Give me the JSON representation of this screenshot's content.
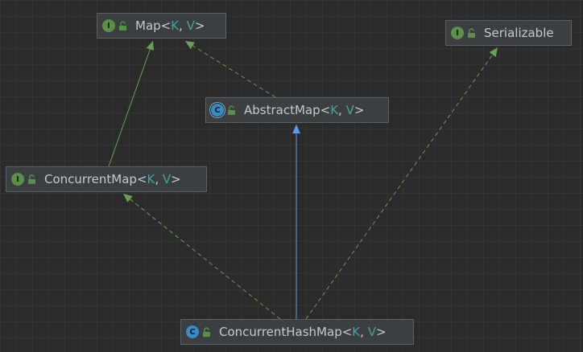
{
  "nodes": {
    "map": {
      "kind": "interface",
      "kind_letter": "I",
      "name": "Map",
      "type_params": [
        "K",
        "V"
      ]
    },
    "serializable": {
      "kind": "interface",
      "kind_letter": "I",
      "name": "Serializable",
      "type_params": []
    },
    "abstract_map": {
      "kind": "abstract-class",
      "kind_letter": "C",
      "name": "AbstractMap",
      "type_params": [
        "K",
        "V"
      ]
    },
    "concurrent_map": {
      "kind": "interface",
      "kind_letter": "I",
      "name": "ConcurrentMap",
      "type_params": [
        "K",
        "V"
      ]
    },
    "concurrent_hash_map": {
      "kind": "class",
      "kind_letter": "C",
      "name": "ConcurrentHashMap",
      "type_params": [
        "K",
        "V"
      ]
    }
  },
  "edges": [
    {
      "from": "concurrent_map",
      "to": "map",
      "relation": "extends",
      "style": "solid",
      "color": "#6a9f5a"
    },
    {
      "from": "abstract_map",
      "to": "map",
      "relation": "implements",
      "style": "dashed",
      "color": "#6a9f5a"
    },
    {
      "from": "concurrent_hash_map",
      "to": "abstract_map",
      "relation": "extends",
      "style": "solid",
      "color": "#5a9bf0"
    },
    {
      "from": "concurrent_hash_map",
      "to": "concurrent_map",
      "relation": "implements",
      "style": "dashed",
      "color": "#6a9f5a"
    },
    {
      "from": "concurrent_hash_map",
      "to": "serializable",
      "relation": "implements",
      "style": "dashed",
      "color": "#6a9f5a"
    }
  ],
  "colors": {
    "background": "#2b2b2b",
    "node_fill": "#3c3f41",
    "interface_icon": "#5a8f4a",
    "class_icon": "#3a8cc7",
    "type_param": "#4e9f98",
    "extends_arrow": "#5a9bf0",
    "implements_arrow": "#6a9f5a"
  },
  "icons": {
    "interface": "interface-badge-icon",
    "class": "class-badge-icon",
    "visibility": "public-lock-icon"
  }
}
